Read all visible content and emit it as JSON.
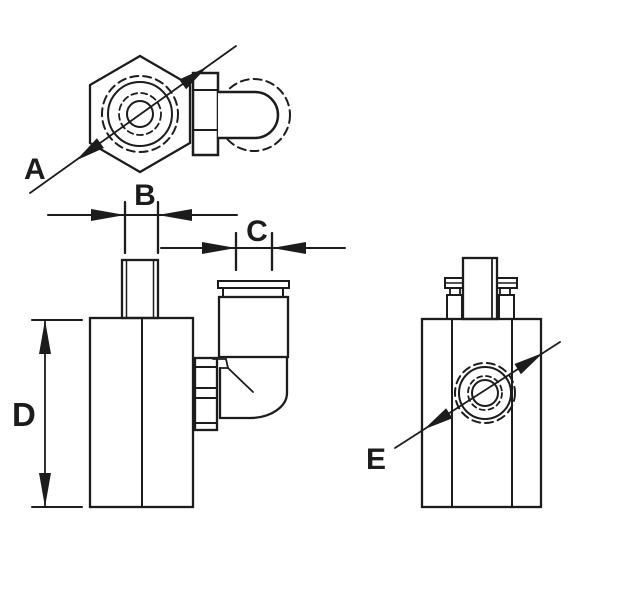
{
  "drawing": {
    "background_color": "#ffffff",
    "line_color": "#1c1c1c",
    "labels": {
      "a": "A",
      "b": "B",
      "c": "C",
      "d": "D",
      "e": "E"
    }
  }
}
